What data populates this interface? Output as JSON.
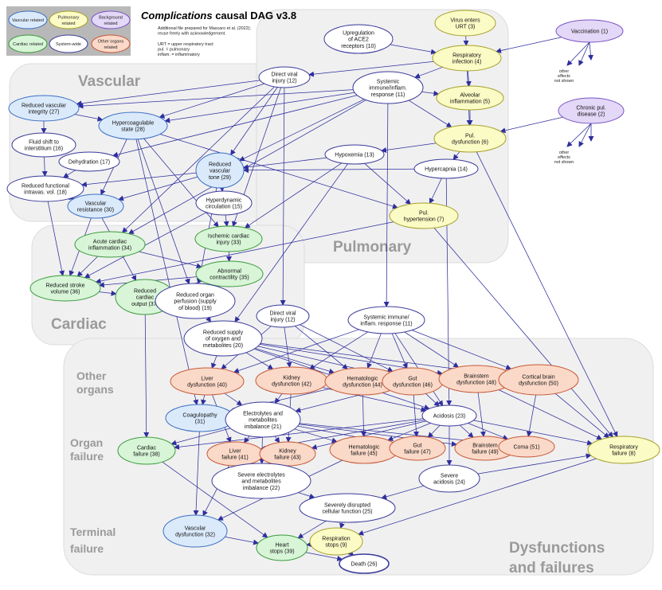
{
  "title": {
    "italic": "Complications",
    "rest": " causal DAG v3.8"
  },
  "notes": [
    "Additional file prepared for Mascaro et al. (2022);",
    "reuse freely with acknowledgement.",
    "",
    "URT = upper respiratory tract",
    "pul. = pulmonary",
    "inflam. = inflammatory"
  ],
  "legend": [
    {
      "id": "vascular",
      "label": [
        "Vascular related"
      ],
      "fill": "#dbeafb",
      "stroke": "#3b6fc4"
    },
    {
      "id": "pulmonary",
      "label": [
        "Pulmonary",
        "related"
      ],
      "fill": "#fbfbc6",
      "stroke": "#a5a02a"
    },
    {
      "id": "background",
      "label": [
        "Background",
        "related"
      ],
      "fill": "#e3d8f7",
      "stroke": "#7a55c4"
    },
    {
      "id": "cardiac",
      "label": [
        "Cardiac related"
      ],
      "fill": "#d8f5d8",
      "stroke": "#3a9a3a"
    },
    {
      "id": "system",
      "label": [
        "System-wide"
      ],
      "fill": "#ffffff",
      "stroke": "#3b3b9a"
    },
    {
      "id": "other",
      "label": [
        "Other organs",
        "related"
      ],
      "fill": "#fbd9c8",
      "stroke": "#c65a3a"
    }
  ],
  "regions": {
    "vascular": "Vascular",
    "pulmonary": "Pulmonary",
    "cardiac": "Cardiac",
    "other_organs": [
      "Other",
      "organs"
    ],
    "organ_failure": [
      "Organ",
      "failure"
    ],
    "terminal_failure": [
      "Terminal",
      "failure"
    ],
    "dysfunctions": [
      "Dysfunctions",
      "and failures"
    ]
  },
  "aside_note": [
    "other",
    "effects",
    "not shown"
  ],
  "colors": {
    "vascular_fill": "#dbeafb",
    "vascular_stroke": "#3b6fc4",
    "pulmonary_fill": "#fbfbc6",
    "pulmonary_stroke": "#a5a02a",
    "background_fill": "#e3d8f7",
    "background_stroke": "#7a55c4",
    "cardiac_fill": "#d8f5d8",
    "cardiac_stroke": "#3a9a3a",
    "system_fill": "#ffffff",
    "system_stroke": "#3b3b9a",
    "other_fill": "#fbd9c8",
    "other_stroke": "#c65a3a",
    "edge": "#2e2e9e",
    "region_fill": "#f0f0f0"
  },
  "nodes": [
    {
      "id": "n10",
      "cat": "system",
      "label": [
        "Upregulation",
        "of ACE2",
        "receptors (10)"
      ]
    },
    {
      "id": "n3",
      "cat": "pulmonary",
      "label": [
        "Virus enters",
        "URT (3)"
      ]
    },
    {
      "id": "n1",
      "cat": "background",
      "label": [
        "Vaccination (1)"
      ]
    },
    {
      "id": "n4",
      "cat": "pulmonary",
      "label": [
        "Respiratory",
        "infection (4)"
      ]
    },
    {
      "id": "n12a",
      "cat": "system",
      "label": [
        "Direct viral",
        "injury (12)"
      ]
    },
    {
      "id": "n11a",
      "cat": "system",
      "label": [
        "Systemic",
        "immune/inflam.",
        "response (11)"
      ]
    },
    {
      "id": "n5",
      "cat": "pulmonary",
      "label": [
        "Alveolar",
        "inflammation (5)"
      ]
    },
    {
      "id": "n2",
      "cat": "background",
      "label": [
        "Chronic pul.",
        "disease (2)"
      ]
    },
    {
      "id": "n27",
      "cat": "vascular",
      "label": [
        "Reduced vascular",
        "integrity (27)"
      ]
    },
    {
      "id": "n28",
      "cat": "vascular",
      "label": [
        "Hypercoagulable",
        "state (28)"
      ]
    },
    {
      "id": "n6",
      "cat": "pulmonary",
      "label": [
        "Pul.",
        "dysfunction (6)"
      ]
    },
    {
      "id": "n16",
      "cat": "system",
      "label": [
        "Fluid shift to",
        "interstitium (16)"
      ]
    },
    {
      "id": "n13",
      "cat": "system",
      "label": [
        "Hypoxemia (13)"
      ]
    },
    {
      "id": "n17",
      "cat": "system",
      "label": [
        "Dehydration (17)"
      ]
    },
    {
      "id": "n29",
      "cat": "vascular",
      "label": [
        "Reduced",
        "vascular",
        "tone (29)"
      ]
    },
    {
      "id": "n14",
      "cat": "system",
      "label": [
        "Hypercapnia (14)"
      ]
    },
    {
      "id": "n18",
      "cat": "system",
      "label": [
        "Reduced functional",
        "intravas. vol. (18)"
      ]
    },
    {
      "id": "n15",
      "cat": "system",
      "label": [
        "Hyperdynamic",
        "circulation (15)"
      ]
    },
    {
      "id": "n30",
      "cat": "vascular",
      "label": [
        "Vascular",
        "resistance (30)"
      ]
    },
    {
      "id": "n7",
      "cat": "pulmonary",
      "label": [
        "Pul.",
        "hypertension (7)"
      ]
    },
    {
      "id": "n33",
      "cat": "cardiac",
      "label": [
        "Ischemic cardiac",
        "injury (33)"
      ]
    },
    {
      "id": "n34",
      "cat": "cardiac",
      "label": [
        "Acute cardiac",
        "inflammation (34)"
      ]
    },
    {
      "id": "n35",
      "cat": "cardiac",
      "label": [
        "Abnormal",
        "contractility (35)"
      ]
    },
    {
      "id": "n36",
      "cat": "cardiac",
      "label": [
        "Reduced stroke",
        "volume (36)"
      ]
    },
    {
      "id": "n37",
      "cat": "cardiac",
      "label": [
        "Reduced",
        "cardiac",
        "output (37)"
      ]
    },
    {
      "id": "n19",
      "cat": "system",
      "label": [
        "Reduced organ",
        "perfusion (supply",
        "of blood) (19)"
      ]
    },
    {
      "id": "n12b",
      "cat": "system",
      "label": [
        "Direct viral",
        "injury (12)"
      ]
    },
    {
      "id": "n11b",
      "cat": "system",
      "label": [
        "Systemic immune/",
        "inflam. response (11)"
      ]
    },
    {
      "id": "n20",
      "cat": "system",
      "label": [
        "Reduced supply",
        "of oxygen and",
        "metabolites (20)"
      ]
    },
    {
      "id": "n40",
      "cat": "other",
      "label": [
        "Liver",
        "dysfunction (40)"
      ]
    },
    {
      "id": "n42",
      "cat": "other",
      "label": [
        "Kidney",
        "dysfunction (42)"
      ]
    },
    {
      "id": "n44",
      "cat": "other",
      "label": [
        "Hematologic",
        "dysfunction (44)"
      ]
    },
    {
      "id": "n46",
      "cat": "other",
      "label": [
        "Gut",
        "dysfunction (46)"
      ]
    },
    {
      "id": "n48",
      "cat": "other",
      "label": [
        "Brainstem",
        "dysfunction (48)"
      ]
    },
    {
      "id": "n50",
      "cat": "other",
      "label": [
        "Cortical brain",
        "dysfunction (50)"
      ]
    },
    {
      "id": "n31",
      "cat": "vascular",
      "label": [
        "Coagulopathy",
        "(31)"
      ]
    },
    {
      "id": "n21",
      "cat": "system",
      "label": [
        "Electrolytes and",
        "metabolites",
        "imbalance (21)"
      ]
    },
    {
      "id": "n23",
      "cat": "system",
      "label": [
        "Acidosis (23)"
      ]
    },
    {
      "id": "n38",
      "cat": "cardiac",
      "label": [
        "Cardiac",
        "failure (38)"
      ]
    },
    {
      "id": "n41",
      "cat": "other",
      "label": [
        "Liver",
        "failure (41)"
      ]
    },
    {
      "id": "n43",
      "cat": "other",
      "label": [
        "Kidney",
        "failure (43)"
      ]
    },
    {
      "id": "n45",
      "cat": "other",
      "label": [
        "Hematologic",
        "failure (45)"
      ]
    },
    {
      "id": "n47",
      "cat": "other",
      "label": [
        "Gut",
        "failure (47)"
      ]
    },
    {
      "id": "n49",
      "cat": "other",
      "label": [
        "Brainstem",
        "failure (49)"
      ]
    },
    {
      "id": "n51",
      "cat": "other",
      "label": [
        "Coma (51)"
      ]
    },
    {
      "id": "n8",
      "cat": "pulmonary",
      "label": [
        "Respiratory",
        "failure (8)"
      ]
    },
    {
      "id": "n22",
      "cat": "system",
      "label": [
        "Severe electrolytes",
        "and metabolites",
        "imbalance (22)"
      ]
    },
    {
      "id": "n24",
      "cat": "system",
      "label": [
        "Severe",
        "acidosis (24)"
      ]
    },
    {
      "id": "n25",
      "cat": "system",
      "label": [
        "Severely disrupted",
        "cellular function (25)"
      ]
    },
    {
      "id": "n32",
      "cat": "vascular",
      "label": [
        "Vascular",
        "dysfunction (32)"
      ]
    },
    {
      "id": "n9",
      "cat": "pulmonary",
      "label": [
        "Respiration",
        "stops (9)"
      ]
    },
    {
      "id": "n39",
      "cat": "cardiac",
      "label": [
        "Heart",
        "stops (39)"
      ]
    },
    {
      "id": "n26",
      "cat": "system",
      "label": [
        "Death (26)"
      ]
    }
  ],
  "edges": [
    [
      "n3",
      "n4"
    ],
    [
      "n1",
      "n4"
    ],
    [
      "n10",
      "n4"
    ],
    [
      "n4",
      "n12a"
    ],
    [
      "n4",
      "n11a"
    ],
    [
      "n4",
      "n5"
    ],
    [
      "n4",
      "n6"
    ],
    [
      "n12a",
      "n27"
    ],
    [
      "n12a",
      "n28"
    ],
    [
      "n12a",
      "n29"
    ],
    [
      "n12a",
      "n33"
    ],
    [
      "n12a",
      "n34"
    ],
    [
      "n12a",
      "n12b"
    ],
    [
      "n11a",
      "n27"
    ],
    [
      "n11a",
      "n28"
    ],
    [
      "n11a",
      "n5"
    ],
    [
      "n11a",
      "n6"
    ],
    [
      "n11a",
      "n29"
    ],
    [
      "n11a",
      "n34"
    ],
    [
      "n11a",
      "n11b"
    ],
    [
      "n11a",
      "n17"
    ],
    [
      "n5",
      "n6"
    ],
    [
      "n2",
      "n6"
    ],
    [
      "n6",
      "n13"
    ],
    [
      "n6",
      "n14"
    ],
    [
      "n6",
      "n8"
    ],
    [
      "n13",
      "n29"
    ],
    [
      "n13",
      "n7"
    ],
    [
      "n13",
      "n33"
    ],
    [
      "n13",
      "n20"
    ],
    [
      "n14",
      "n29"
    ],
    [
      "n14",
      "n7"
    ],
    [
      "n14",
      "n23"
    ],
    [
      "n27",
      "n16"
    ],
    [
      "n27",
      "n28"
    ],
    [
      "n16",
      "n18"
    ],
    [
      "n17",
      "n18"
    ],
    [
      "n18",
      "n36"
    ],
    [
      "n18",
      "n30"
    ],
    [
      "n28",
      "n30"
    ],
    [
      "n28",
      "n33"
    ],
    [
      "n28",
      "n7"
    ],
    [
      "n28",
      "n31"
    ],
    [
      "n28",
      "n19"
    ],
    [
      "n29",
      "n15"
    ],
    [
      "n29",
      "n30"
    ],
    [
      "n29",
      "n18"
    ],
    [
      "n29",
      "n19"
    ],
    [
      "n15",
      "n33"
    ],
    [
      "n15",
      "n36"
    ],
    [
      "n30",
      "n36"
    ],
    [
      "n30",
      "n37"
    ],
    [
      "n7",
      "n36"
    ],
    [
      "n7",
      "n8"
    ],
    [
      "n33",
      "n35"
    ],
    [
      "n34",
      "n35"
    ],
    [
      "n34",
      "n36"
    ],
    [
      "n35",
      "n36"
    ],
    [
      "n35",
      "n37"
    ],
    [
      "n36",
      "n37"
    ],
    [
      "n37",
      "n19"
    ],
    [
      "n37",
      "n38"
    ],
    [
      "n19",
      "n20"
    ],
    [
      "n12b",
      "n40"
    ],
    [
      "n12b",
      "n42"
    ],
    [
      "n12b",
      "n44"
    ],
    [
      "n12b",
      "n46"
    ],
    [
      "n11b",
      "n40"
    ],
    [
      "n11b",
      "n42"
    ],
    [
      "n11b",
      "n44"
    ],
    [
      "n11b",
      "n46"
    ],
    [
      "n11b",
      "n48"
    ],
    [
      "n11b",
      "n50"
    ],
    [
      "n11b",
      "n23"
    ],
    [
      "n20",
      "n40"
    ],
    [
      "n20",
      "n42"
    ],
    [
      "n20",
      "n44"
    ],
    [
      "n20",
      "n46"
    ],
    [
      "n20",
      "n48"
    ],
    [
      "n20",
      "n50"
    ],
    [
      "n20",
      "n23"
    ],
    [
      "n40",
      "n41"
    ],
    [
      "n40",
      "n31"
    ],
    [
      "n40",
      "n21"
    ],
    [
      "n42",
      "n43"
    ],
    [
      "n42",
      "n21"
    ],
    [
      "n42",
      "n23"
    ],
    [
      "n44",
      "n45"
    ],
    [
      "n44",
      "n31"
    ],
    [
      "n46",
      "n47"
    ],
    [
      "n46",
      "n21"
    ],
    [
      "n46",
      "n23"
    ],
    [
      "n48",
      "n49"
    ],
    [
      "n48",
      "n8"
    ],
    [
      "n50",
      "n51"
    ],
    [
      "n50",
      "n8"
    ],
    [
      "n21",
      "n22"
    ],
    [
      "n21",
      "n41"
    ],
    [
      "n21",
      "n43"
    ],
    [
      "n21",
      "n45"
    ],
    [
      "n21",
      "n47"
    ],
    [
      "n21",
      "n49"
    ],
    [
      "n21",
      "n51"
    ],
    [
      "n21",
      "n38"
    ],
    [
      "n23",
      "n24"
    ],
    [
      "n23",
      "n41"
    ],
    [
      "n23",
      "n43"
    ],
    [
      "n23",
      "n45"
    ],
    [
      "n23",
      "n47"
    ],
    [
      "n23",
      "n49"
    ],
    [
      "n23",
      "n51"
    ],
    [
      "n23",
      "n8"
    ],
    [
      "n23",
      "n38"
    ],
    [
      "n31",
      "n32"
    ],
    [
      "n22",
      "n25"
    ],
    [
      "n24",
      "n25"
    ],
    [
      "n24",
      "n8"
    ],
    [
      "n25",
      "n39"
    ],
    [
      "n25",
      "n9"
    ],
    [
      "n32",
      "n39"
    ],
    [
      "n38",
      "n39"
    ],
    [
      "n8",
      "n9"
    ],
    [
      "n41",
      "n32"
    ],
    [
      "n45",
      "n32"
    ],
    [
      "n9",
      "n39"
    ],
    [
      "n39",
      "n26"
    ],
    [
      "n9",
      "n26"
    ]
  ]
}
